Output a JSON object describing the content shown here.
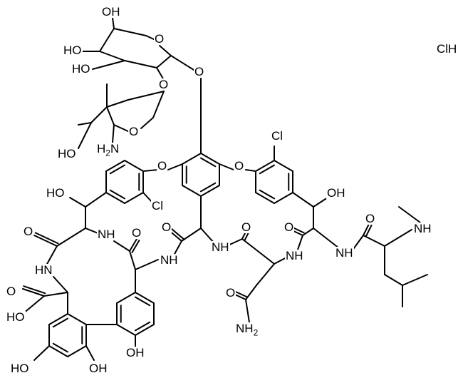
{
  "molecule": {
    "salt": "ClH",
    "labels": {
      "oh_top": "OH",
      "ho_sugar1": "HO",
      "ho_sugar2": "HO",
      "o_ring_glc": "O",
      "o_glyco": "O",
      "o_link": "O",
      "o_ring_van": "O",
      "ho_van": "HO",
      "h2n_van": "H2N",
      "o_ether_left": "O",
      "o_ether_right": "O",
      "cl_right": "Cl",
      "cl_left": "Cl",
      "ho_benzylic_left": "HO",
      "oh_benzylic_right": "OH",
      "o_amide1": "O",
      "nh1": "NH",
      "o_amide2": "O",
      "o_amide3": "O",
      "nh2": "NH",
      "nh3": "NH",
      "o_amide4": "O",
      "o_amide5": "O",
      "nh4": "NH",
      "nh5": "NH",
      "o_amide6": "O",
      "nh_methyl": "NH",
      "hn_macro": "HN",
      "o_acid": "O",
      "ho_acid": "HO",
      "o_asn": "O",
      "nh2_asn": "NH2",
      "ho_res1": "HO",
      "oh_res2": "OH",
      "oh_phenol": "OH"
    }
  }
}
